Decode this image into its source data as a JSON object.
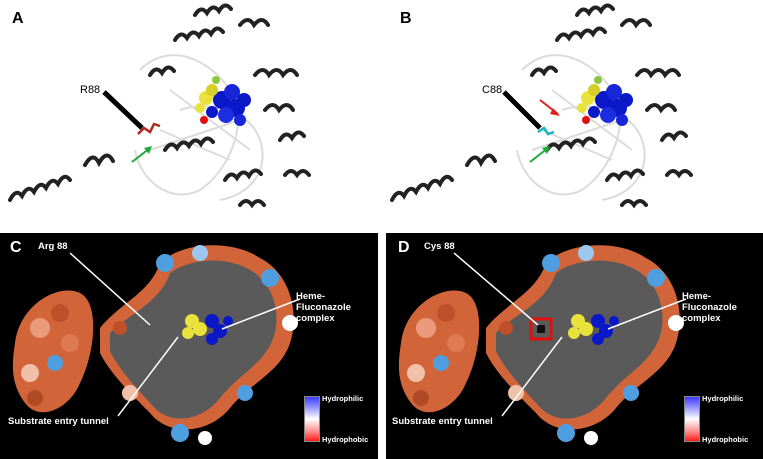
{
  "panels": [
    {
      "letter": "A",
      "residue_label": "R88"
    },
    {
      "letter": "B",
      "residue_label": "C88"
    },
    {
      "letter": "C",
      "residue_label": "Arg 88",
      "heme_label": "Heme-Fluconazole complex",
      "tunnel_label": "Substrate entry tunnel"
    },
    {
      "letter": "D",
      "residue_label": "Cys 88",
      "heme_label": "Heme-Fluconazole complex",
      "tunnel_label": "Substrate entry tunnel"
    }
  ],
  "legend": {
    "top": "Hydrophilic",
    "bottom": "Hydrophobic"
  },
  "colors": {
    "arrow_green": "#1faa3a",
    "arrow_red": "#e0201c",
    "arg_residue": "#b0281e",
    "cys_residue": "#19b6c4",
    "heme_blue": "#0a18c8",
    "ligand_yellow": "#e8e23a",
    "surface_orange": "#d2643a",
    "surface_blue": "#4f9ee0"
  }
}
